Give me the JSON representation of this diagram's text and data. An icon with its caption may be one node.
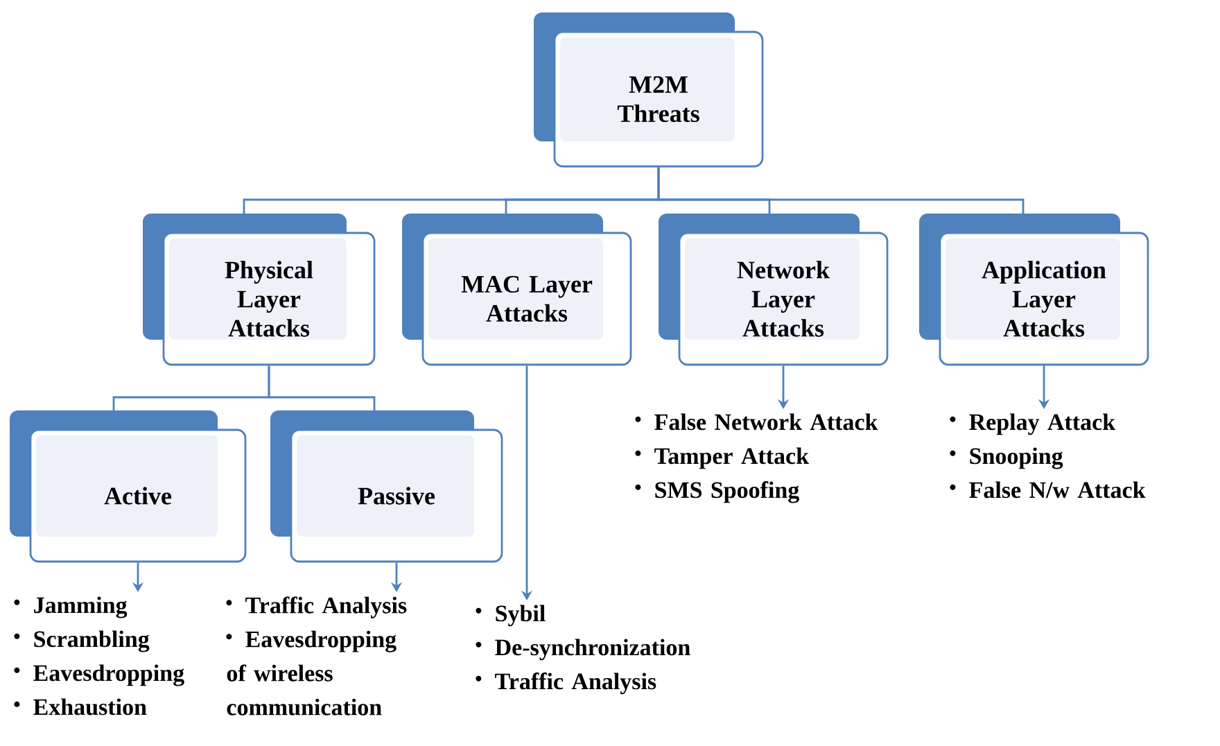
{
  "diagram": {
    "nodes": [
      {
        "text": [
          "M2M Threats"
        ]
      },
      {
        "text": [
          "Physical Layer Attacks"
        ]
      },
      {
        "text": [
          "MAC Layer Attacks"
        ]
      },
      {
        "text": [
          "Network Layer Attacks"
        ]
      },
      {
        "text": [
          "Application Layer Attacks"
        ]
      },
      {
        "text": [
          "Active"
        ]
      },
      {
        "text": [
          "Passive"
        ]
      },
      {
        "text": [
          "Jamming",
          "Scrambling",
          "Eavesdropping",
          "Exhaustion"
        ]
      },
      {
        "text": [
          "Traffic Analysis",
          "Eavesdropping of wireless communication"
        ]
      },
      {
        "text": [
          "Sybil",
          "De-synchronization",
          "Traffic Analysis"
        ]
      },
      {
        "text": [
          "False Network Attack",
          "Tamper Attack",
          "SMS Spoofing"
        ]
      },
      {
        "text": [
          "Replay Attack",
          "Snooping",
          "False N/w Attack"
        ]
      }
    ],
    "edges": [
      {
        "from": 0,
        "to": 1,
        "arrow": "none"
      },
      {
        "from": 0,
        "to": 2,
        "arrow": "none"
      },
      {
        "from": 0,
        "to": 3,
        "arrow": "none"
      },
      {
        "from": 0,
        "to": 4,
        "arrow": "none"
      },
      {
        "from": 1,
        "to": 5,
        "arrow": "none"
      },
      {
        "from": 1,
        "to": 6,
        "arrow": "none"
      },
      {
        "from": 5,
        "to": 7,
        "arrow": "to"
      },
      {
        "from": 6,
        "to": 8,
        "arrow": "to"
      },
      {
        "from": 2,
        "to": 9,
        "arrow": "to"
      },
      {
        "from": 3,
        "to": 10,
        "arrow": "to"
      },
      {
        "from": 4,
        "to": 11,
        "arrow": "to"
      }
    ]
  }
}
